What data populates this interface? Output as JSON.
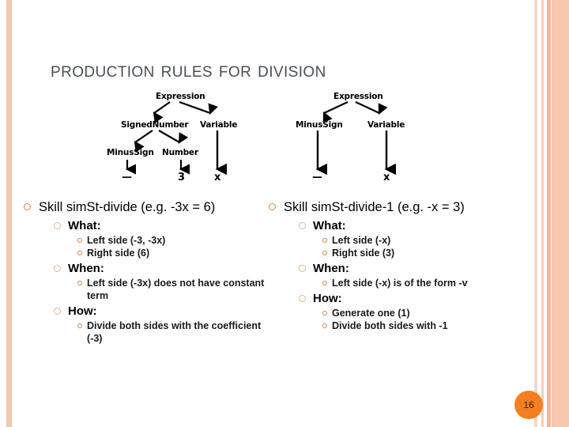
{
  "slide": {
    "title": "Production Rules for Division",
    "page_number": "16",
    "accent_color": "#f57f20",
    "stripe_color": "#f6c6ae",
    "title_color": "#4a4f57"
  },
  "diagrams": [
    {
      "name": "parse-tree-signed-number",
      "root": "Expression",
      "nodes": [
        "Expression",
        "SignedNumber",
        "Variable",
        "MinusSign",
        "Number"
      ],
      "leaves": [
        "—",
        "3",
        "x"
      ],
      "labels": {
        "expression": "Expression",
        "signed_number": "SignedNumber",
        "variable": "Variable",
        "minus_sign": "MinusSign",
        "number": "Number",
        "leaf_minus": "—",
        "leaf_number": "3",
        "leaf_variable": "x"
      }
    },
    {
      "name": "parse-tree-minus-sign",
      "root": "Expression",
      "nodes": [
        "Expression",
        "MinusSign",
        "Variable"
      ],
      "leaves": [
        "—",
        "x"
      ],
      "labels": {
        "expression": "Expression",
        "minus_sign": "MinusSign",
        "variable": "Variable",
        "leaf_minus": "—",
        "leaf_variable": "x"
      }
    }
  ],
  "columns": [
    {
      "heading": "Skill simSt-divide (e.g. -3x = 6)",
      "sections": [
        {
          "label": "What:",
          "items": [
            "Left side (-3, -3x)",
            "Right side (6)"
          ]
        },
        {
          "label": "When:",
          "items": [
            "Left side (-3x) does not have constant term"
          ]
        },
        {
          "label": "How:",
          "items": [
            "Divide both sides with the coefficient (-3)"
          ]
        }
      ]
    },
    {
      "heading": "Skill simSt-divide-1 (e.g. -x = 3)",
      "sections": [
        {
          "label": "What:",
          "items": [
            "Left side (-x)",
            "Right side (3)"
          ]
        },
        {
          "label": "When:",
          "items": [
            "Left side (-x) is of the form -v"
          ]
        },
        {
          "label": "How:",
          "items": [
            "Generate one (1)",
            "Divide both sides with -1"
          ]
        }
      ]
    }
  ]
}
